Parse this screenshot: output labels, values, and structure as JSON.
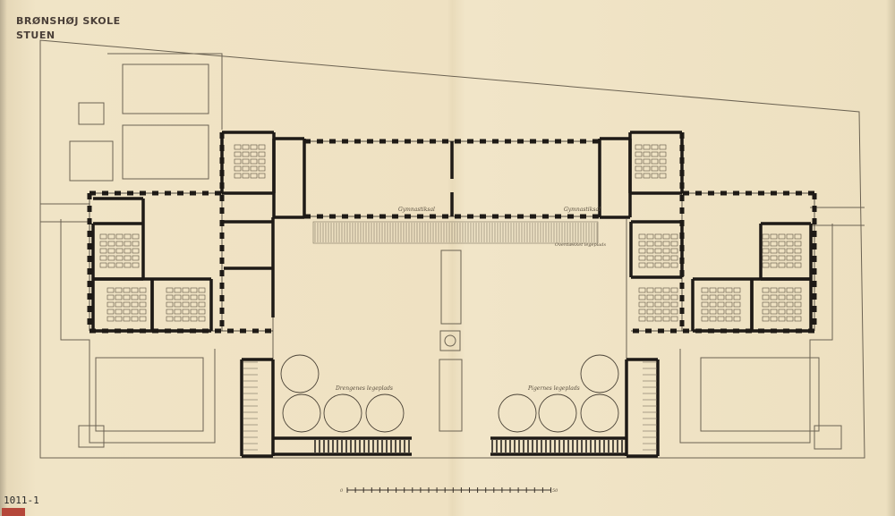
{
  "header": {
    "title": "BRØNSHØJ SKOLE",
    "subtitle": "STUEN"
  },
  "sheet_number": "1011-1",
  "labels": {
    "gym_left": "Gymnastiksal",
    "gym_right": "Gymnastiksal",
    "covered_playground": "Overdækket legeplads",
    "boys_playground": "Drengenes legeplads",
    "girls_playground": "Pigernes legeplads"
  },
  "scale_bar": {
    "start": "0",
    "end": "50"
  },
  "colors": {
    "paper": "#efe2c3",
    "ink": "#1e1a16",
    "line": "#6b6252"
  }
}
